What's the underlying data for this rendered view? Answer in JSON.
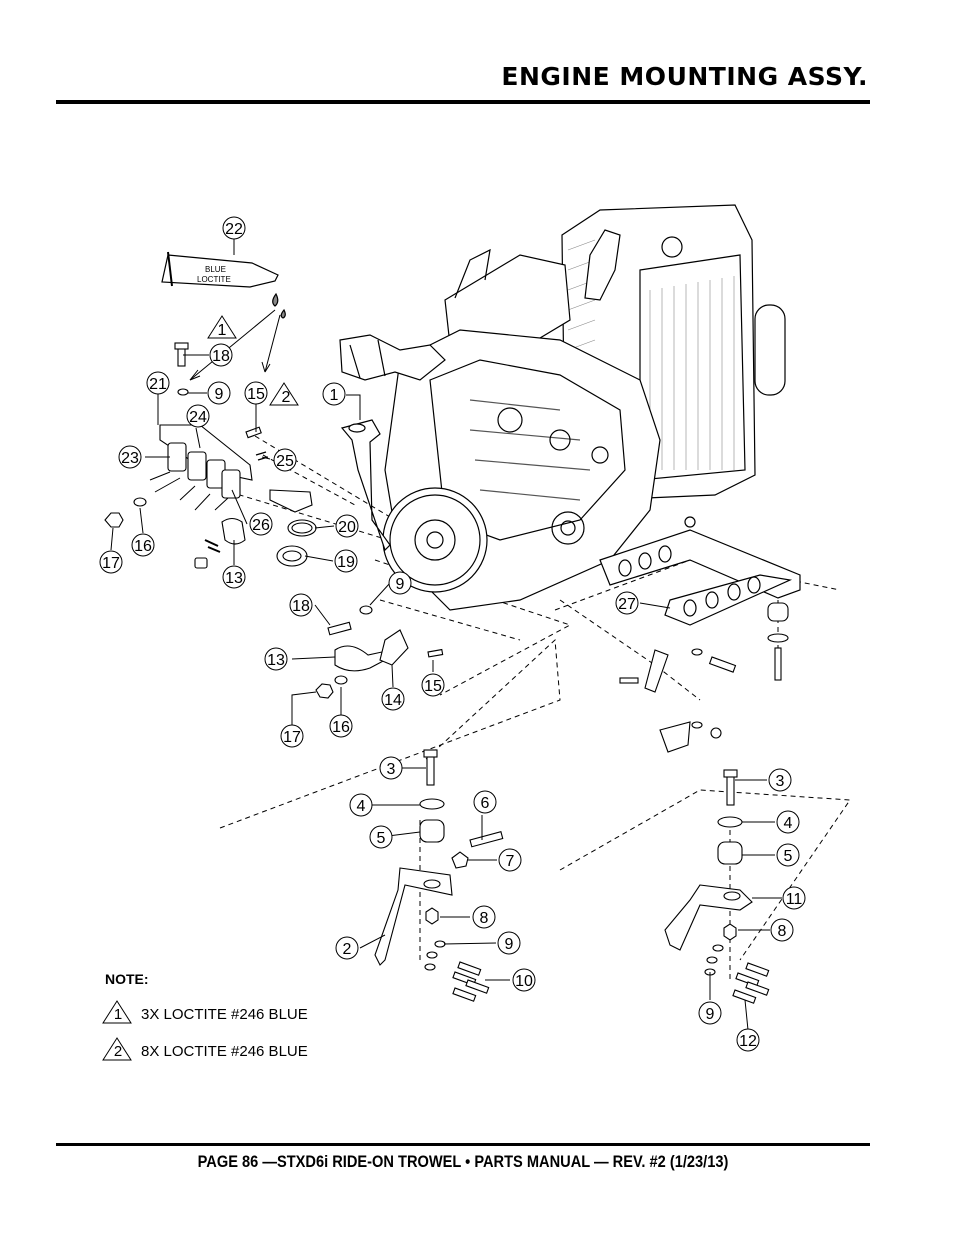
{
  "header": {
    "title": "ENGINE MOUNTING ASSY."
  },
  "footer": {
    "text": "PAGE 86 —STXD6i RIDE-ON TROWEL • PARTS MANUAL — REV. #2 (1/23/13)"
  },
  "tube_label": {
    "line1": "BLUE",
    "line2": "LOCTITE"
  },
  "notes": {
    "heading": "NOTE:",
    "items": [
      {
        "symbol": "1",
        "text": "3X LOCTITE #246 BLUE"
      },
      {
        "symbol": "2",
        "text": "8X LOCTITE #246 BLUE"
      }
    ]
  },
  "triangle_markers": [
    "1",
    "2"
  ],
  "callouts": [
    "22",
    "18",
    "9",
    "21",
    "24",
    "15",
    "1",
    "23",
    "25",
    "26",
    "20",
    "16",
    "17",
    "13",
    "19",
    "9",
    "18",
    "13",
    "14",
    "15",
    "17",
    "16",
    "27",
    "3",
    "6",
    "4",
    "5",
    "7",
    "8",
    "9",
    "2",
    "10",
    "3",
    "4",
    "5",
    "11",
    "8",
    "9",
    "12"
  ]
}
